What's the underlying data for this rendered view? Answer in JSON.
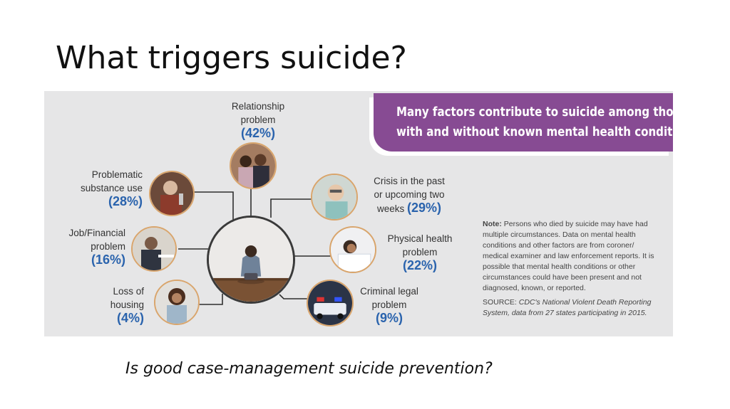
{
  "slide": {
    "title": "What triggers suicide?",
    "caption": "Is good case-management suicide prevention?"
  },
  "infographic": {
    "banner_line1": "Many factors contribute to suicide among those",
    "banner_line2": "with and without known mental health conditions.",
    "factors": {
      "relationship": {
        "line1": "Relationship",
        "line2": "problem",
        "pct": "(42%)"
      },
      "substance": {
        "line1": "Problematic",
        "line2": "substance use",
        "pct": "(28%)"
      },
      "job": {
        "line1": "Job/Financial",
        "line2": "problem",
        "pct": "(16%)"
      },
      "housing": {
        "line1": "Loss of",
        "line2": "housing",
        "pct": "(4%)"
      },
      "crisis": {
        "line1": "Crisis in the past",
        "line2": "or upcoming two",
        "line3": "weeks",
        "pct": "(29%)"
      },
      "physical": {
        "line1": "Physical health",
        "line2": "problem",
        "pct": "(22%)"
      },
      "criminal": {
        "line1": "Criminal legal",
        "line2": "problem",
        "pct": "(9%)"
      }
    },
    "note": {
      "label": "Note:",
      "text": " Persons who died by suicide may have had multiple circumstances. Data on mental health conditions and other factors are from coroner/ medical examiner and law enforcement reports. It is possible that mental health conditions or other circumstances could have been present and not diagnosed, known, or reported."
    },
    "source": {
      "label": "SOURCE: ",
      "text": "CDC's National Violent Death Reporting System, data from 27 states participating in 2015."
    }
  },
  "colors": {
    "banner": "#874b93",
    "percent": "#2a63ad",
    "panel": "#e6e6e7"
  }
}
